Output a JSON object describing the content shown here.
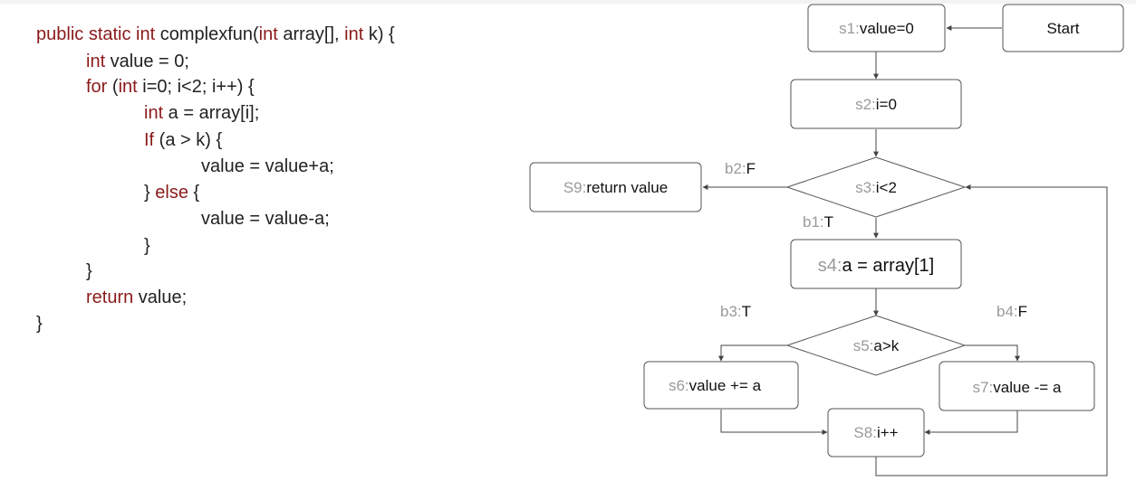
{
  "code": {
    "lines": [
      [
        {
          "t": "public static int",
          "k": 1
        },
        {
          "t": " complexfun("
        },
        {
          "t": "int",
          "k": 1
        },
        {
          "t": " array[], "
        },
        {
          "t": "int",
          "k": 1
        },
        {
          "t": " k) {"
        }
      ],
      [
        {
          "t": "int",
          "k": 1
        },
        {
          "t": " value = 0;"
        }
      ],
      [
        {
          "t": "for",
          "k": 1
        },
        {
          "t": " ("
        },
        {
          "t": "int",
          "k": 1
        },
        {
          "t": " i=0; i<2; i++) {"
        }
      ],
      [
        {
          "t": "int",
          "k": 1
        },
        {
          "t": " a = array[i];"
        }
      ],
      [
        {
          "t": "If",
          "k": 1
        },
        {
          "t": " (a > k) {"
        }
      ],
      [
        {
          "t": "value = value+a;"
        }
      ],
      [
        {
          "t": "} "
        },
        {
          "t": "else",
          "k": 1
        },
        {
          "t": " {"
        }
      ],
      [
        {
          "t": "value = value-a;"
        }
      ],
      [
        {
          "t": "}"
        }
      ],
      [
        {
          "t": "}"
        }
      ],
      [
        {
          "t": "return",
          "k": 1
        },
        {
          "t": " value;"
        }
      ],
      [
        {
          "t": "}"
        }
      ]
    ]
  },
  "flow": {
    "nodes": {
      "s1": {
        "prefix": "s1:",
        "text": "value=0"
      },
      "start": {
        "prefix": "",
        "text": "Start"
      },
      "s2": {
        "prefix": "s2:",
        "text": "i=0"
      },
      "s3": {
        "prefix": "s3:",
        "text": "i<2"
      },
      "s9": {
        "prefix": "S9:",
        "text": "return value"
      },
      "s4": {
        "prefix": "s4:",
        "text": "a = array[1]"
      },
      "s5": {
        "prefix": "s5:",
        "text": "a>k"
      },
      "s6": {
        "prefix": "s6:",
        "text": "value += a"
      },
      "s7": {
        "prefix": "s7:",
        "text": "value -= a"
      },
      "s8": {
        "prefix": "S8:",
        "text": "i++"
      }
    },
    "branches": {
      "b2": {
        "prefix": "b2:",
        "text": "F"
      },
      "b1": {
        "prefix": "b1:",
        "text": "T"
      },
      "b3": {
        "prefix": "b3:",
        "text": "T"
      },
      "b4": {
        "prefix": "b4:",
        "text": "F"
      }
    }
  },
  "colors": {
    "keyword": "#8b1a1a",
    "prefix": "#9a9a9a",
    "text": "#111111",
    "stroke": "#555555"
  }
}
